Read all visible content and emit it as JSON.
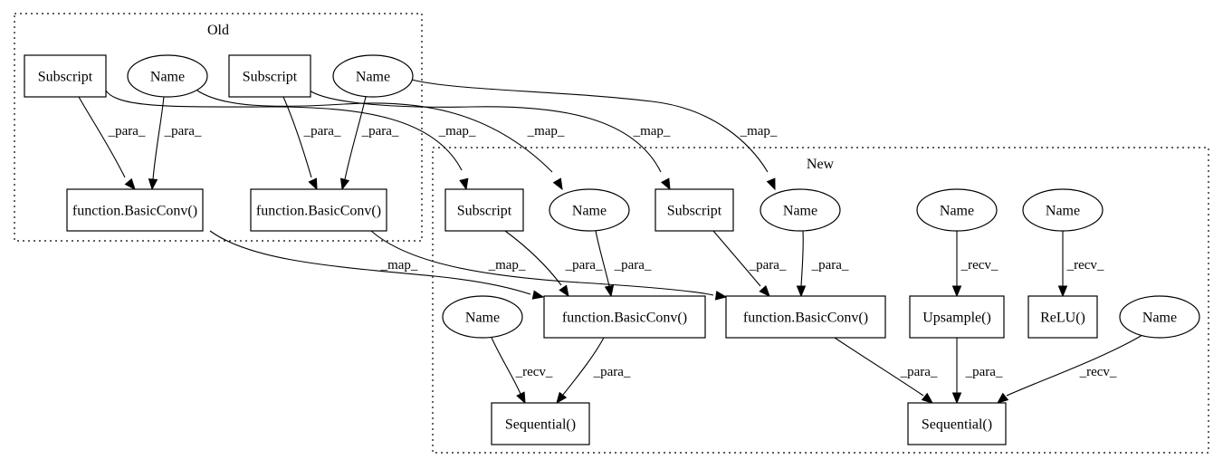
{
  "clusters": [
    {
      "id": "old",
      "label": "Old"
    },
    {
      "id": "new",
      "label": "New"
    }
  ],
  "nodes": [
    {
      "id": "o_sub1",
      "label": "Subscript",
      "shape": "box"
    },
    {
      "id": "o_name1",
      "label": "Name",
      "shape": "ellipse"
    },
    {
      "id": "o_sub2",
      "label": "Subscript",
      "shape": "box"
    },
    {
      "id": "o_name2",
      "label": "Name",
      "shape": "ellipse"
    },
    {
      "id": "o_conv1",
      "label": "function.BasicConv()",
      "shape": "box"
    },
    {
      "id": "o_conv2",
      "label": "function.BasicConv()",
      "shape": "box"
    },
    {
      "id": "n_sub1",
      "label": "Subscript",
      "shape": "box"
    },
    {
      "id": "n_name1",
      "label": "Name",
      "shape": "ellipse"
    },
    {
      "id": "n_sub2",
      "label": "Subscript",
      "shape": "box"
    },
    {
      "id": "n_name2",
      "label": "Name",
      "shape": "ellipse"
    },
    {
      "id": "n_name3",
      "label": "Name",
      "shape": "ellipse"
    },
    {
      "id": "n_name4",
      "label": "Name",
      "shape": "ellipse"
    },
    {
      "id": "n_name5",
      "label": "Name",
      "shape": "ellipse"
    },
    {
      "id": "n_conv1",
      "label": "function.BasicConv()",
      "shape": "box"
    },
    {
      "id": "n_conv2",
      "label": "function.BasicConv()",
      "shape": "box"
    },
    {
      "id": "n_ups",
      "label": "Upsample()",
      "shape": "box"
    },
    {
      "id": "n_relu",
      "label": "ReLU()",
      "shape": "box"
    },
    {
      "id": "n_name6",
      "label": "Name",
      "shape": "ellipse"
    },
    {
      "id": "n_seq1",
      "label": "Sequential()",
      "shape": "box"
    },
    {
      "id": "n_seq2",
      "label": "Sequential()",
      "shape": "box"
    }
  ],
  "edges": [
    {
      "from": "o_sub1",
      "to": "o_conv1",
      "label": "_para_"
    },
    {
      "from": "o_name1",
      "to": "o_conv1",
      "label": "_para_"
    },
    {
      "from": "o_sub2",
      "to": "o_conv2",
      "label": "_para_"
    },
    {
      "from": "o_name2",
      "to": "o_conv2",
      "label": "_para_"
    },
    {
      "from": "o_sub1",
      "to": "n_sub1",
      "label": "_map_"
    },
    {
      "from": "o_name1",
      "to": "n_name1",
      "label": "_map_"
    },
    {
      "from": "o_sub2",
      "to": "n_sub2",
      "label": "_map_"
    },
    {
      "from": "o_name2",
      "to": "n_name2",
      "label": "_map_"
    },
    {
      "from": "o_conv1",
      "to": "n_conv1",
      "label": "_map_"
    },
    {
      "from": "o_conv2",
      "to": "n_conv2",
      "label": "_map_"
    },
    {
      "from": "n_sub1",
      "to": "n_conv1",
      "label": "_para_"
    },
    {
      "from": "n_name1",
      "to": "n_conv1",
      "label": "_para_"
    },
    {
      "from": "n_sub2",
      "to": "n_conv2",
      "label": "_para_"
    },
    {
      "from": "n_name2",
      "to": "n_conv2",
      "label": "_para_"
    },
    {
      "from": "n_name3",
      "to": "n_ups",
      "label": "_recv_"
    },
    {
      "from": "n_name4",
      "to": "n_relu",
      "label": "_recv_"
    },
    {
      "from": "n_name5",
      "to": "n_seq1",
      "label": "_recv_"
    },
    {
      "from": "n_conv1",
      "to": "n_seq1",
      "label": "_para_"
    },
    {
      "from": "n_conv2",
      "to": "n_seq2",
      "label": "_para_"
    },
    {
      "from": "n_ups",
      "to": "n_seq2",
      "label": "_para_"
    },
    {
      "from": "n_name6",
      "to": "n_seq2",
      "label": "_recv_"
    }
  ]
}
